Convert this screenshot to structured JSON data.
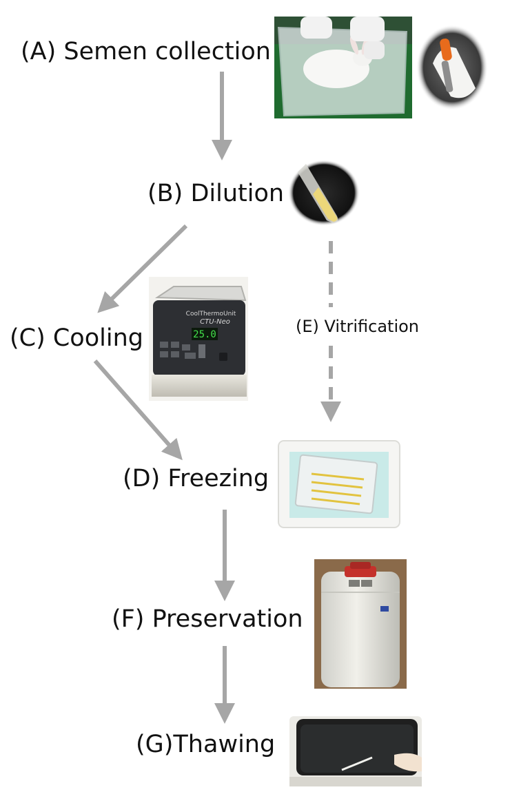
{
  "steps": {
    "a": "(A) Semen collection",
    "b": "(B) Dilution",
    "c": "(C) Cooling",
    "d": "(D) Freezing",
    "e": "(E) Vitrification",
    "f": "(F) Preservation",
    "g": "(G)Thawing"
  },
  "device_display": {
    "brand_line1": "CoolThermoUnit",
    "brand_line2": "CTU-Neo",
    "readout": "25.0"
  },
  "colors": {
    "arrow": "#a6a6a6",
    "text": "#111111",
    "lcd_digits": "#43e04b"
  }
}
